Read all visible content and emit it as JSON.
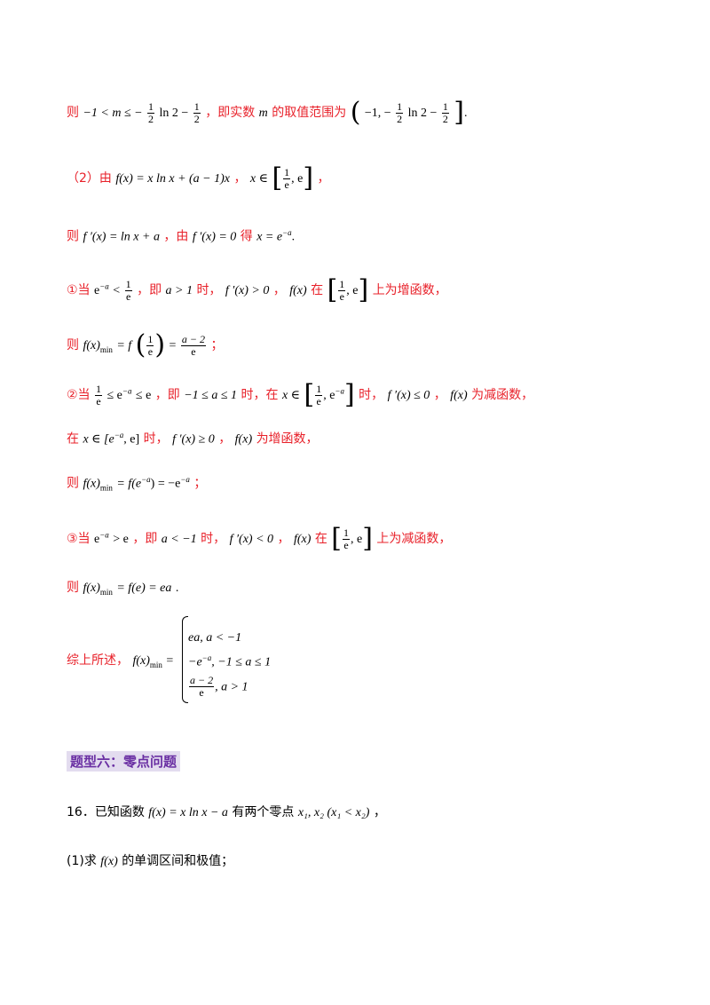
{
  "l1": {
    "ze": "则",
    "ineq": "−1 < m ≤ −",
    "frac_num": "1",
    "frac_den": "2",
    "ln2": "ln 2 −",
    "half_num": "1",
    "half_den": "2",
    "text": "，即实数",
    "m": "m",
    "text2": "的取值范围为",
    "range": "−1, −",
    "r_num": "1",
    "r_den": "2",
    "r_ln": "ln 2 −",
    "r2_num": "1",
    "r2_den": "2",
    "end": "."
  },
  "l2": {
    "lead": "（2）由",
    "fx": "f(x) = x ln x + (a − 1)x",
    "sep": "，",
    "dom": "x ∈",
    "d_num": "1",
    "d_den": "e",
    "d_end": ", e",
    "comma": "，"
  },
  "l3": {
    "ze": "则",
    "fprime": "f ′(x) = ln x + a",
    "you": "，由",
    "fp0": "f ′(x) = 0",
    "de": "得",
    "xsol": "x = e",
    "xsol_exp": "−a",
    "end": "."
  },
  "l4": {
    "c1": "①当",
    "cond": "e",
    "cond_exp": "−a",
    "lt": "<",
    "c_num": "1",
    "c_den": "e",
    "ji": "，即",
    "a_gt": "a > 1",
    "shi": "时，",
    "fp": "f ′(x) > 0",
    "sep": "，",
    "fx": "f(x)",
    "zai": "在",
    "i_num": "1",
    "i_den": "e",
    "i_end": ", e",
    "tail": "上为增函数，"
  },
  "l5": {
    "ze": "则",
    "fmin": "f(x)",
    "min": "min",
    "eq": "= f",
    "in_num": "1",
    "in_den": "e",
    "eq2": "=",
    "v_num": "a − 2",
    "v_den": "e",
    "end": "；"
  },
  "l6": {
    "c2": "②当",
    "f_num": "1",
    "f_den": "e",
    "le": "≤ e",
    "le_exp": "−a",
    "le2": "≤ e",
    "ji": "，即",
    "range": "−1 ≤ a ≤ 1",
    "shi": "时，在",
    "xin": "x ∈",
    "i_num": "1",
    "i_den": "e",
    "i_end": ", e",
    "i_exp": "−a",
    "shi2": "时，",
    "fp": "f ′(x) ≤ 0",
    "sep": "，",
    "fx": "f(x)",
    "tail": "为减函数，"
  },
  "l7": {
    "zai": "在",
    "xin": "x ∈ [e",
    "exp": "−a",
    "end": ", e]",
    "shi": "时，",
    "fp": "f ′(x) ≥ 0",
    "sep": "，",
    "fx": "f(x)",
    "tail": "为增函数，"
  },
  "l8": {
    "ze": "则",
    "fmin": "f(x)",
    "min": "min",
    "eq": "= f(e",
    "exp": "−a",
    "eq2": ") = −e",
    "exp2": "−a",
    "end": "；"
  },
  "l9": {
    "c3": "③当",
    "cond": "e",
    "cond_exp": "−a",
    "gt": "> e",
    "ji": "，即",
    "a_lt": "a < −1",
    "shi": "时，",
    "fp": "f ′(x) < 0",
    "sep": "，",
    "fx": "f(x)",
    "zai": "在",
    "i_num": "1",
    "i_den": "e",
    "i_end": ", e",
    "tail": "上为减函数，"
  },
  "l10": {
    "ze": "则",
    "fmin": "f(x)",
    "min": "min",
    "eq": "= f(e) = ea",
    "end": "."
  },
  "l11": {
    "lead": "综上所述，",
    "fmin": "f(x)",
    "min": "min",
    "eq": "=",
    "case1": "ea, a < −1",
    "case2": "−e",
    "case2_exp": "−a",
    "case2_end": ", −1 ≤ a ≤ 1",
    "case3_num": "a − 2",
    "case3_den": "e",
    "case3_end": ", a > 1",
    "end": "."
  },
  "heading": "题型六：零点问题",
  "q16": {
    "lead": "16．已知函数",
    "fx": "f(x) = x ln x − a",
    "mid": "有两个零点",
    "zeros": "x₁, x₂ (x₁ < x₂)",
    "end": "，"
  },
  "q16_1": {
    "lead": "(1)求",
    "fx": "f(x)",
    "tail": "的单调区间和极值；"
  }
}
